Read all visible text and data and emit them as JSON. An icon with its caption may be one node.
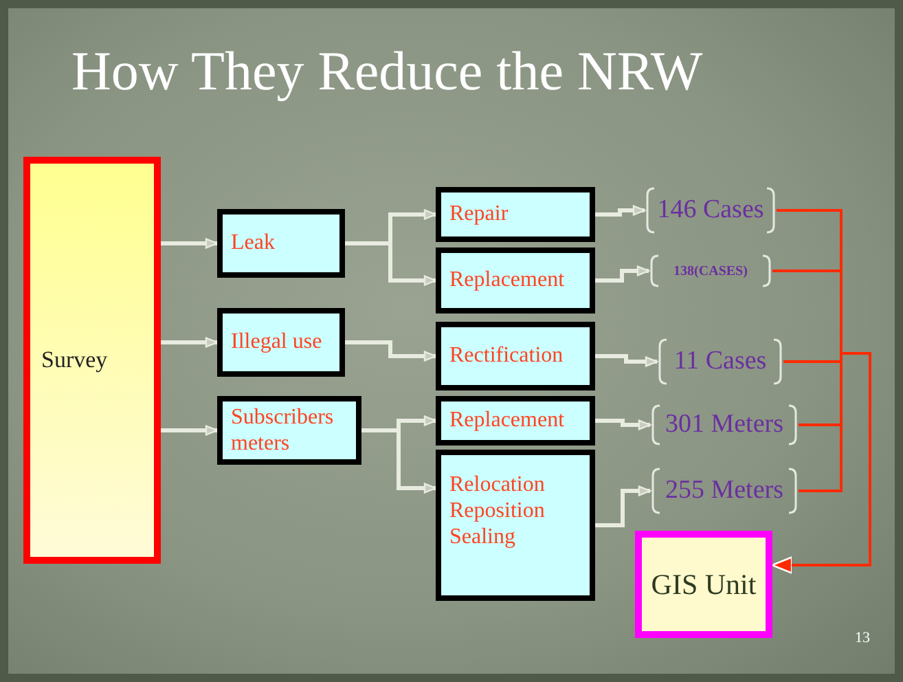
{
  "diagram": {
    "title": "How They Reduce the NRW",
    "nodes": [
      {
        "text": [
          "Survey"
        ]
      },
      {
        "text": [
          "Leak"
        ]
      },
      {
        "text": [
          "Illegal use"
        ]
      },
      {
        "text": [
          "Subscribers meters"
        ]
      },
      {
        "text": [
          "Repair"
        ]
      },
      {
        "text": [
          "Replacement"
        ]
      },
      {
        "text": [
          "Rectification"
        ]
      },
      {
        "text": [
          "Replacement"
        ]
      },
      {
        "text": [
          "Relocation Reposition Sealing"
        ]
      },
      {
        "text": [
          "146 Cases"
        ]
      },
      {
        "text": [
          "138(CASES)"
        ]
      },
      {
        "text": [
          "11 Cases"
        ]
      },
      {
        "text": [
          "301 Meters"
        ]
      },
      {
        "text": [
          "255 Meters"
        ]
      },
      {
        "text": [
          "GIS Unit"
        ]
      }
    ],
    "edges": [
      {
        "from": 0,
        "to": 1,
        "arrow": "to"
      },
      {
        "from": 0,
        "to": 2,
        "arrow": "to"
      },
      {
        "from": 0,
        "to": 3,
        "arrow": "to"
      },
      {
        "from": 1,
        "to": 4,
        "arrow": "to"
      },
      {
        "from": 1,
        "to": 5,
        "arrow": "to"
      },
      {
        "from": 2,
        "to": 6,
        "arrow": "to"
      },
      {
        "from": 3,
        "to": 7,
        "arrow": "to"
      },
      {
        "from": 3,
        "to": 8,
        "arrow": "to"
      },
      {
        "from": 4,
        "to": 9,
        "arrow": "to"
      },
      {
        "from": 5,
        "to": 10,
        "arrow": "to"
      },
      {
        "from": 6,
        "to": 11,
        "arrow": "to"
      },
      {
        "from": 7,
        "to": 12,
        "arrow": "to"
      },
      {
        "from": 8,
        "to": 13,
        "arrow": "to"
      },
      {
        "from": 9,
        "to": 14,
        "arrow": "to",
        "color": "#ff2a00"
      },
      {
        "from": 10,
        "to": 14,
        "arrow": "to",
        "color": "#ff2a00"
      },
      {
        "from": 11,
        "to": 14,
        "arrow": "to",
        "color": "#ff2a00"
      },
      {
        "from": 12,
        "to": 14,
        "arrow": "to",
        "color": "#ff2a00"
      },
      {
        "from": 13,
        "to": 14,
        "arrow": "to",
        "color": "#ff2a00"
      }
    ],
    "labels": [
      "13"
    ]
  }
}
